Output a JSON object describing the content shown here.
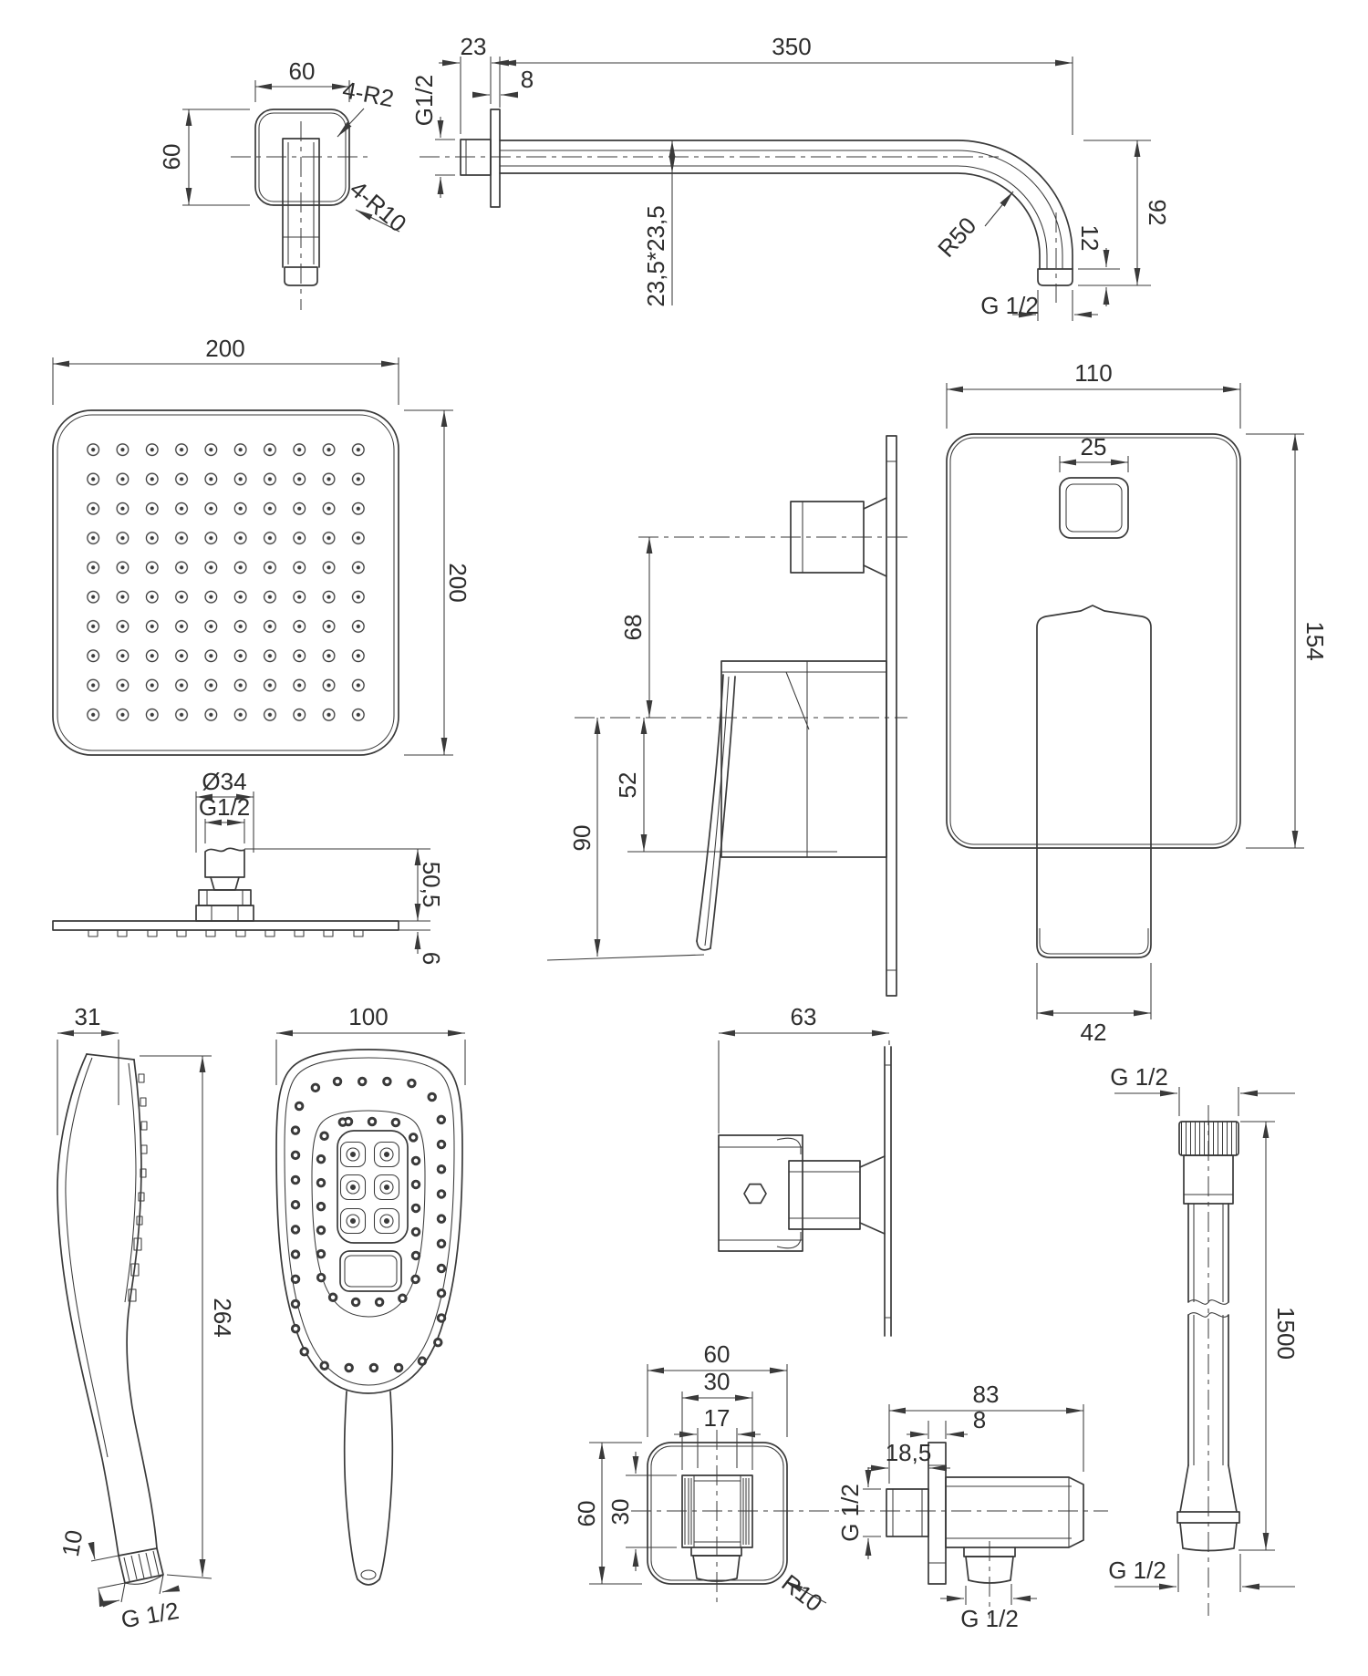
{
  "meta": {
    "background": "#ffffff",
    "line_color": "#3a3a3a",
    "text_color": "#2d2d2d",
    "drawing_type": "technical dimension drawing of concealed shower set components"
  },
  "views": {
    "flange_front": {
      "component": "shower-arm wall flange",
      "dim_width": "60",
      "dim_height": "60",
      "label_corner_radius": "4-R2",
      "label_outer_radius": "4-R10"
    },
    "arm_side": {
      "component": "wall-mounted shower arm",
      "dim_flange_offset": "23",
      "dim_length": "350",
      "dim_flange_thickness": "8",
      "label_inlet_thread": "G1/2",
      "dim_cross_section": "23,5*23,5",
      "label_bend_radius": "R50",
      "dim_drop": "92",
      "dim_thread_length": "12",
      "label_outlet_thread": "G 1/2"
    },
    "head_face": {
      "component": "overhead rain shower head, face view",
      "dim_width": "200",
      "dim_height": "200"
    },
    "head_side": {
      "component": "overhead rain shower head, side view",
      "dim_connector_diameter": "Ø34",
      "label_thread": "G1/2",
      "dim_connector_height": "50,5",
      "dim_plate_thickness": "6"
    },
    "mixer_front": {
      "component": "concealed mixer, front view",
      "dim_width": "110",
      "dim_button_width": "25",
      "dim_height": "154",
      "dim_handle_width": "42"
    },
    "mixer_side": {
      "component": "concealed mixer, side view",
      "dim_button_offset": "68",
      "dim_handle_offset": "52",
      "dim_handle_depth": "90"
    },
    "valve_side": {
      "component": "diverter valve, side view",
      "dim_depth": "63"
    },
    "hand_shower_side": {
      "component": "hand shower, side view",
      "dim_head_depth": "31",
      "dim_thread_length": "10",
      "label_thread": "G 1/2",
      "dim_length": "264"
    },
    "hand_shower_face": {
      "component": "hand shower, face view",
      "dim_width": "100"
    },
    "outlet_front": {
      "component": "wall outlet elbow, front view",
      "dim_width": "60",
      "dim_fitting_width": "30",
      "dim_bore": "17",
      "dim_height": "60",
      "dim_fitting_height": "30",
      "label_corner_radius": "R10"
    },
    "elbow_side": {
      "component": "wall outlet elbow, side view",
      "dim_length": "83",
      "dim_plate_thickness": "8",
      "dim_wall_offset": "18,5",
      "label_inlet_thread": "G 1/2",
      "label_outlet_thread": "G 1/2"
    },
    "hose": {
      "component": "shower hose",
      "label_top_thread": "G 1/2",
      "dim_length": "1500",
      "label_bottom_thread": "G 1/2"
    }
  }
}
